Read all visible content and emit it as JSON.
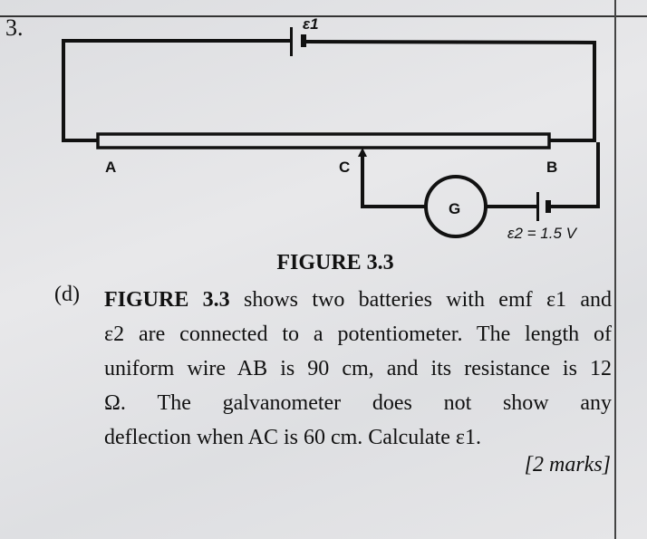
{
  "question_number": "3.",
  "figure": {
    "caption": "FIGURE 3.3",
    "labels": {
      "emf1": "ε1",
      "emf2": "ε2 = 1.5 V",
      "a": "A",
      "b": "B",
      "c": "C",
      "galvanometer": "G"
    }
  },
  "part": {
    "label": "(d)",
    "lines": [
      {
        "bold": "FIGURE 3.3",
        "text": " shows two batteries with emf ε1 and"
      },
      {
        "text": "ε2 are connected to a potentiometer. The length of"
      },
      {
        "text": "uniform wire AB is 90 cm, and its resistance is 12"
      },
      {
        "text": "Ω. The galvanometer does not show any"
      },
      {
        "text": "deflection when AC is 60 cm. Calculate ε1."
      }
    ],
    "marks": "[2 marks]"
  }
}
